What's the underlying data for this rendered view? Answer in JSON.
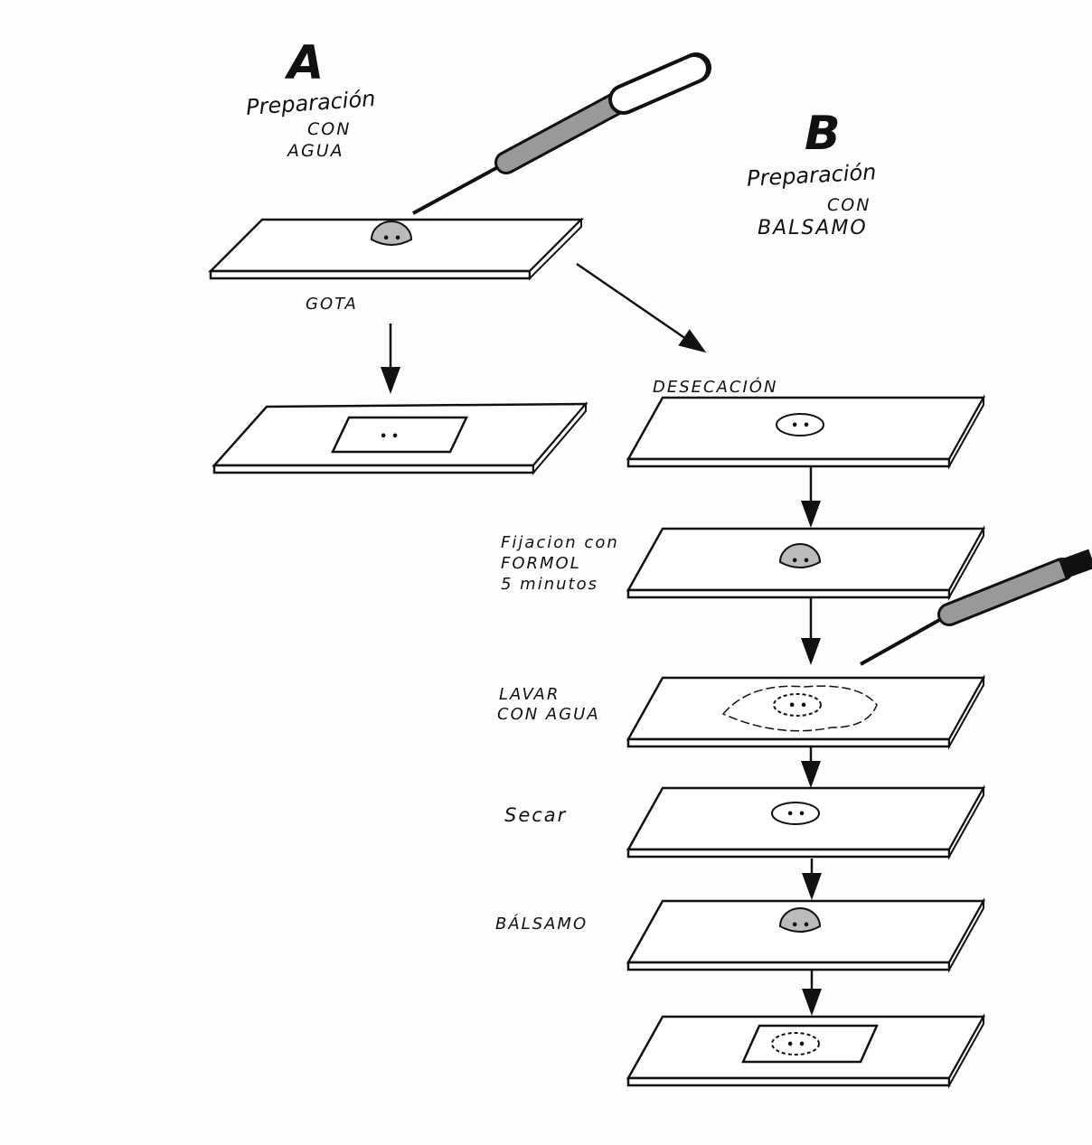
{
  "section_a": {
    "letter": "A",
    "title": "Preparación",
    "line2": "CON",
    "line3": "AGUA"
  },
  "section_b": {
    "letter": "B",
    "title": "Preparación",
    "line2": "CON",
    "line3": "BALSAMO"
  },
  "steps_a": {
    "drop": "GOTA"
  },
  "steps_b": {
    "drying": "DESECACIÓN",
    "fix_1": "Fijacion con",
    "fix_2": "FORMOL",
    "fix_3": "5 minutos",
    "wash_1": "LAVAR",
    "wash_2": "CON AGUA",
    "dry": "Secar",
    "balsam": "BÁLSAMO"
  },
  "colors": {
    "ink": "#111111",
    "paper": "#fefefe"
  }
}
